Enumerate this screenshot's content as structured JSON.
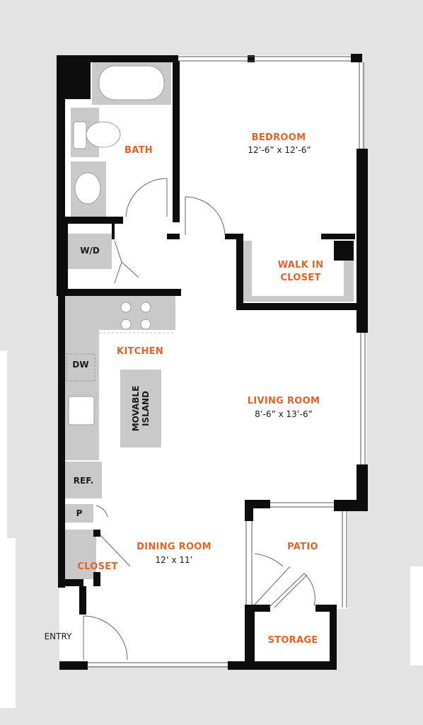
{
  "rooms": {
    "bedroom": {
      "label": "BEDROOM",
      "dimensions": "12’-6” x 12’-6”"
    },
    "bath": {
      "label": "BATH"
    },
    "walk_in_closet": {
      "line1": "WALK IN",
      "line2": "CLOSET"
    },
    "kitchen": {
      "label": "KITCHEN"
    },
    "living_room": {
      "label": "LIVING ROOM",
      "dimensions": "8’-6” x 13’-6”"
    },
    "dining_room": {
      "label": "DINING ROOM",
      "dimensions": "12’ x 11’"
    },
    "patio": {
      "label": "PATIO"
    },
    "closet": {
      "label": "CLOSET"
    },
    "storage": {
      "label": "STORAGE"
    }
  },
  "fixtures": {
    "washer_dryer": "W/D",
    "dishwasher": "DW",
    "refrigerator": "REF.",
    "pantry": "P",
    "island_line1": "MOVABLE",
    "island_line2": "ISLAND"
  },
  "entry_label": "ENTRY",
  "colors": {
    "wall": "#0d0d0d",
    "room_label": "#e0632a",
    "fixture_fill": "#c9c9c9",
    "background_shape": "#e3e3e3"
  }
}
